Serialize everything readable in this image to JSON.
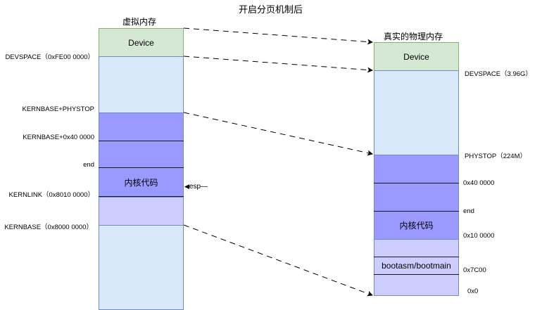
{
  "title": "开启分页机制后",
  "virtual": {
    "title": "虚拟内存",
    "device_label": "Device",
    "kernel_code_label": "内核代码",
    "labels": {
      "devspace": "DEVSPACE（0xFE00 0000）",
      "kernbase_phystop": "KERNBASE+PHYSTOP",
      "kernbase_400000": "KERNBASE+0x40 0000",
      "end": "end",
      "kernlink": "KERNLINK（0x8010 0000）",
      "kernbase": "KERNBASE（0x8000 0000）"
    },
    "esp_label": "esp"
  },
  "physical": {
    "title": "真实的物理内存",
    "device_label": "Device",
    "kernel_code_label": "内核代码",
    "boot_label": "bootasm/bootmain",
    "labels": {
      "devspace": "DEVSPACE（3.96G）",
      "phystop": "PHYSTOP（224M）",
      "addr_400000": "0x40 0000",
      "end": "end",
      "addr_100000": "0x10 0000",
      "addr_7c00": "0x7C00",
      "addr_0": "0x0"
    }
  },
  "colors": {
    "device": "#d5e8d4",
    "free": "#dae8fc",
    "kernel": "#9999ff",
    "low": "#ccccff"
  }
}
